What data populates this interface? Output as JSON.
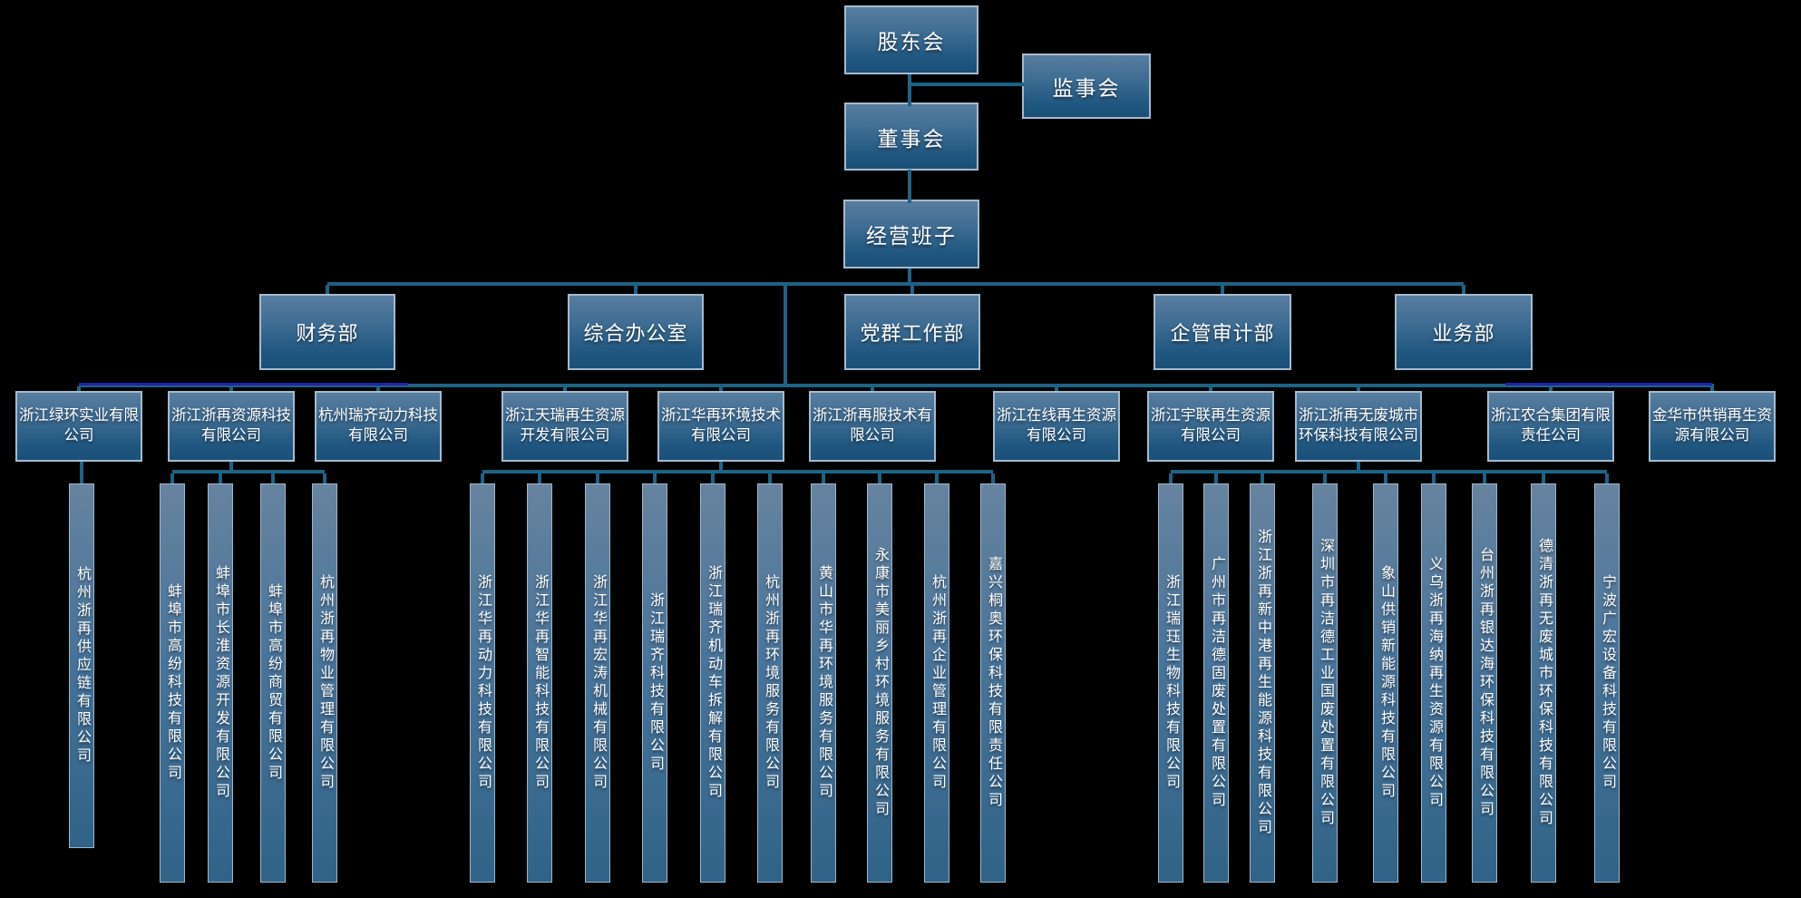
{
  "org_chart": {
    "shareholders": "股东会",
    "supervisory_board": "监事会",
    "board_of_directors": "董事会",
    "management_team": "经营班子",
    "departments": [
      "财务部",
      "综合办公室",
      "党群工作部",
      "企管审计部",
      "业务部"
    ],
    "subsidiaries": [
      {
        "name": "浙江绿环实业有限公司",
        "children": [
          "杭州浙再供应链有限公司"
        ]
      },
      {
        "name": "浙江浙再资源科技有限公司",
        "children": [
          "蚌埠市高纷科技有限公司",
          "蚌埠市长淮资源开发有限公司",
          "蚌埠市高纷商贸有限公司",
          "杭州浙再物业管理有限公司"
        ]
      },
      {
        "name": "杭州瑞齐动力科技有限公司",
        "children": []
      },
      {
        "name": "浙江天瑞再生资源开发有限公司",
        "children": []
      },
      {
        "name": "浙江华再环境技术有限公司",
        "children": [
          "浙江华再动力科技有限公司",
          "浙江华再智能科技有限公司",
          "浙江华再宏涛机械有限公司",
          "浙江瑞齐科技有限公司",
          "浙江瑞齐机动车拆解有限公司",
          "杭州浙再环境服务有限公司",
          "黄山市华再环境服务有限公司",
          "永康市美丽乡村环境服务有限公司",
          "杭州浙再企业管理有限公司",
          "嘉兴桐奥环保科技有限责任公司"
        ]
      },
      {
        "name": "浙江浙再服技术有限公司",
        "children": []
      },
      {
        "name": "浙江在线再生资源有限公司",
        "children": []
      },
      {
        "name": "浙江宇联再生资源有限公司",
        "children": []
      },
      {
        "name": "浙江浙再无废城市环保科技有限公司",
        "children": [
          "浙江瑞珏生物科技有限公司",
          "广州市再洁德固废处置有限公司",
          "浙江浙再新中港再生能源科技有限公司",
          "深圳市再洁德工业国废处置有限公司",
          "象山供销新能源科技有限公司",
          "义乌浙再海纳再生资源有限公司",
          "台州浙再银达海环保科技有限公司",
          "德清浙再无废城市环保科技有限公司",
          "宁波广宏设备科技有限公司"
        ]
      },
      {
        "name": "浙江农合集团有限责任公司",
        "children": []
      },
      {
        "name": "金华市供销再生资源有限公司",
        "children": []
      }
    ]
  },
  "colors": {
    "background": "#000000",
    "connector": "#1e6285",
    "connector_accent": "#2222aa",
    "node_gradient_top": "#587d9f",
    "node_gradient_bottom": "#1a5078",
    "node_border": "#a6bacd",
    "text": "#ffffff"
  }
}
